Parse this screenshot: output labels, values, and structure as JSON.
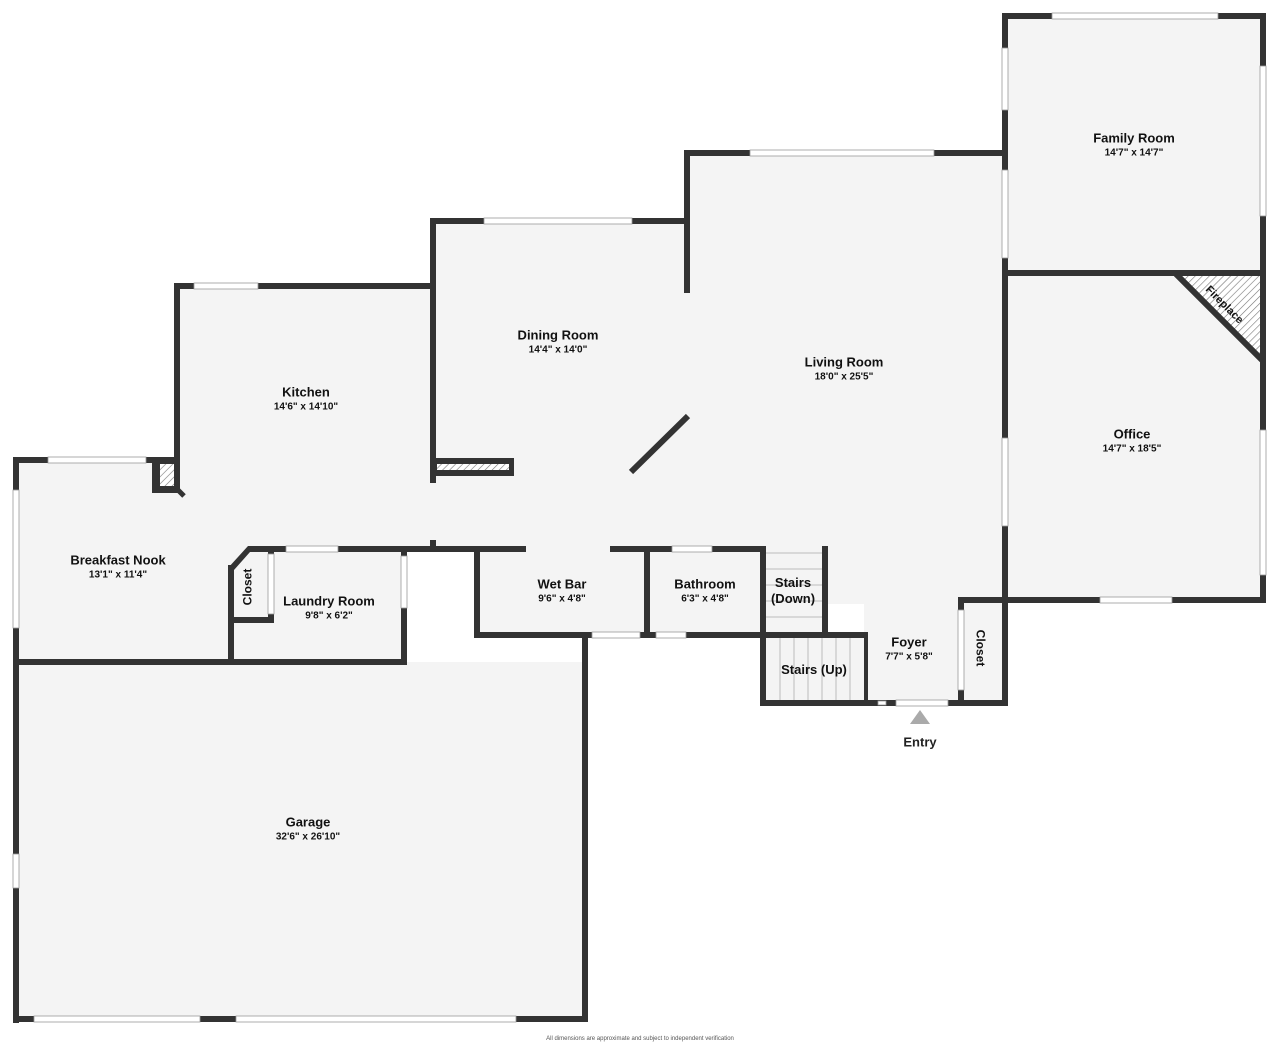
{
  "floorplan": {
    "rooms": [
      {
        "id": "family-room",
        "name": "Family Room",
        "dimensions": "14'7\" x 14'7\""
      },
      {
        "id": "living-room",
        "name": "Living Room",
        "dimensions": "18'0\" x 25'5\""
      },
      {
        "id": "dining-room",
        "name": "Dining Room",
        "dimensions": "14'4\" x 14'0\""
      },
      {
        "id": "kitchen",
        "name": "Kitchen",
        "dimensions": "14'6\" x 14'10\""
      },
      {
        "id": "office",
        "name": "Office",
        "dimensions": "14'7\" x 18'5\""
      },
      {
        "id": "breakfast-nook",
        "name": "Breakfast Nook",
        "dimensions": "13'1\" x 11'4\""
      },
      {
        "id": "laundry-room",
        "name": "Laundry Room",
        "dimensions": "9'8\" x 6'2\""
      },
      {
        "id": "wet-bar",
        "name": "Wet Bar",
        "dimensions": "9'6\" x 4'8\""
      },
      {
        "id": "bathroom",
        "name": "Bathroom",
        "dimensions": "6'3\" x 4'8\""
      },
      {
        "id": "foyer",
        "name": "Foyer",
        "dimensions": "7'7\" x 5'8\""
      },
      {
        "id": "garage",
        "name": "Garage",
        "dimensions": "32'6\" x 26'10\""
      }
    ],
    "features": {
      "fireplace": "Fireplace",
      "closet_laundry": "Closet",
      "closet_foyer": "Closet",
      "stairs_down_line1": "Stairs",
      "stairs_down_line2": "(Down)",
      "stairs_up": "Stairs (Up)",
      "entry": "Entry"
    },
    "colors": {
      "wall": "#333333",
      "floor": "#f4f4f4",
      "background": "#ffffff",
      "entry_marker": "#aaaaaa"
    },
    "disclaimer": "All dimensions are approximate and subject to independent verification"
  }
}
